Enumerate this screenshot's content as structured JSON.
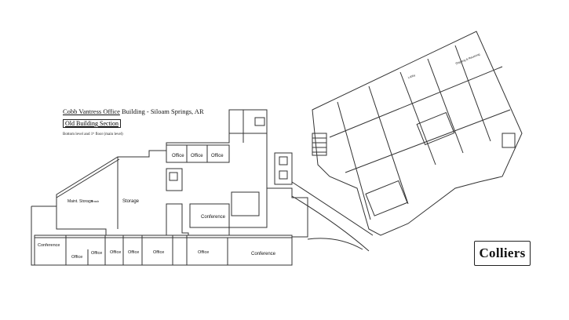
{
  "title_block": {
    "building_name": "Cobb Vantress Office",
    "building_rest": " Building - Siloam Springs, AR",
    "section": "Old Building Section",
    "levels": "Bottom level and 1ˢᵗ floor (main level)"
  },
  "logo_text": "Colliers",
  "rooms": [
    "Office",
    "Office",
    "Office",
    "Storage",
    "Maint. Storage",
    "Trash",
    "Conference",
    "Conference",
    "Conference",
    "Office",
    "Office",
    "Office",
    "Office",
    "Office",
    "Office"
  ],
  "new_wing_labels": [
    "Shipping & Receiving",
    "Lobby"
  ]
}
